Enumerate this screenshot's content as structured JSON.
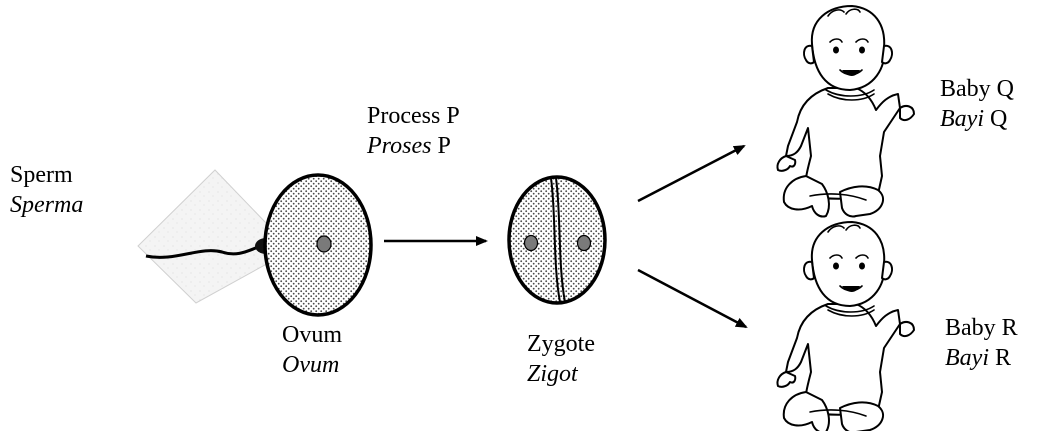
{
  "colors": {
    "stroke": "#000000",
    "egg_fill_dots": "#4a4a4a",
    "nucleus": "#7a7a7a",
    "sperm_bg": "#f2f2f2"
  },
  "labels": {
    "sperm": {
      "en": "Sperm",
      "ms": "Sperma"
    },
    "ovum": {
      "en": "Ovum",
      "ms": "Ovum"
    },
    "process": {
      "en": "Process P",
      "ms_word": "Proses",
      "ms_suffix": "P"
    },
    "zygote": {
      "en": "Zygote",
      "ms": "Zigot"
    },
    "baby_q": {
      "en": "Baby Q",
      "ms_word": "Bayi",
      "ms_suffix": "Q"
    },
    "baby_r": {
      "en": "Baby R",
      "ms_word": "Bayi",
      "ms_suffix": "R"
    }
  },
  "icons": [
    "sperm-icon",
    "ovum-icon",
    "zygote-icon",
    "baby-icon",
    "arrow-right-icon"
  ]
}
